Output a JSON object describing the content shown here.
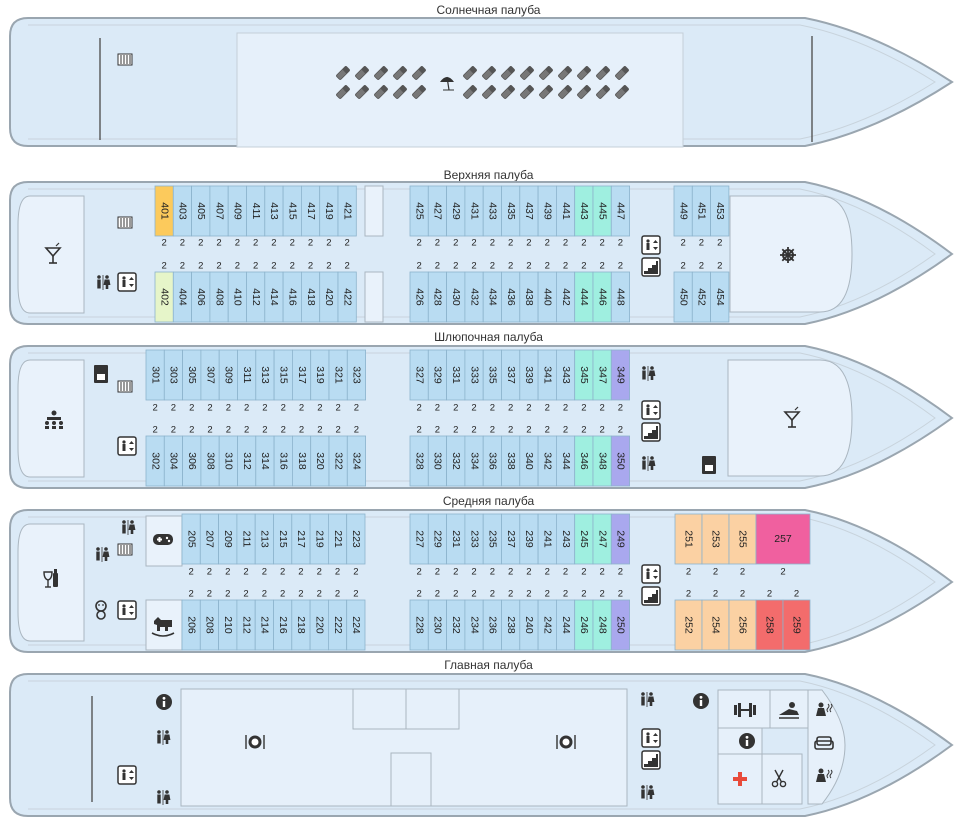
{
  "colors": {
    "hull_fill": "#dbeaf7",
    "hull_stroke": "#9aa6b0",
    "cabin_default": "#b9dcf2",
    "cabin_stroke": "#8cb3cc",
    "cabin_yellow": "#fcca5c",
    "cabin_lightgreen": "#e6f5c9",
    "cabin_teal": "#9fefe0",
    "cabin_purple": "#a9a8ee",
    "cabin_peach": "#fbd1a3",
    "cabin_magenta": "#f0609f",
    "cabin_red": "#f36c6c",
    "icon_dark": "#333333",
    "medical_red": "#e84a3a"
  },
  "decks": [
    {
      "name": "Солнечная палуба",
      "cabins_top": [],
      "cabins_bottom": [],
      "icons": [
        "radiator-icon",
        "sun-umbrella-icon",
        "deck-chairs-icon"
      ]
    },
    {
      "name": "Верхняя палуба",
      "cabins_top": [
        {
          "n": "401",
          "c": "yellow",
          "b": "2"
        },
        {
          "n": "403",
          "c": "default",
          "b": "2"
        },
        {
          "n": "405",
          "c": "default",
          "b": "2"
        },
        {
          "n": "407",
          "c": "default",
          "b": "2"
        },
        {
          "n": "409",
          "c": "default",
          "b": "2"
        },
        {
          "n": "411",
          "c": "default",
          "b": "2"
        },
        {
          "n": "413",
          "c": "default",
          "b": "2"
        },
        {
          "n": "415",
          "c": "default",
          "b": "2"
        },
        {
          "n": "417",
          "c": "default",
          "b": "2"
        },
        {
          "n": "419",
          "c": "default",
          "b": "2"
        },
        {
          "n": "421",
          "c": "default",
          "b": "2"
        },
        {
          "n": "425",
          "c": "default",
          "b": "2"
        },
        {
          "n": "427",
          "c": "default",
          "b": "2"
        },
        {
          "n": "429",
          "c": "default",
          "b": "2"
        },
        {
          "n": "431",
          "c": "default",
          "b": "2"
        },
        {
          "n": "433",
          "c": "default",
          "b": "2"
        },
        {
          "n": "435",
          "c": "default",
          "b": "2"
        },
        {
          "n": "437",
          "c": "default",
          "b": "2"
        },
        {
          "n": "439",
          "c": "default",
          "b": "2"
        },
        {
          "n": "441",
          "c": "default",
          "b": "2"
        },
        {
          "n": "443",
          "c": "teal",
          "b": "2"
        },
        {
          "n": "445",
          "c": "teal",
          "b": "2"
        },
        {
          "n": "447",
          "c": "default",
          "b": "2"
        },
        {
          "n": "449",
          "c": "default",
          "b": "2"
        },
        {
          "n": "451",
          "c": "default",
          "b": "2"
        },
        {
          "n": "453",
          "c": "default",
          "b": "2"
        }
      ],
      "cabins_bottom": [
        {
          "n": "402",
          "c": "lightgreen",
          "b": "2"
        },
        {
          "n": "404",
          "c": "default",
          "b": "2"
        },
        {
          "n": "406",
          "c": "default",
          "b": "2"
        },
        {
          "n": "408",
          "c": "default",
          "b": "2"
        },
        {
          "n": "410",
          "c": "default",
          "b": "2"
        },
        {
          "n": "412",
          "c": "default",
          "b": "2"
        },
        {
          "n": "414",
          "c": "default",
          "b": "2"
        },
        {
          "n": "416",
          "c": "default",
          "b": "2"
        },
        {
          "n": "418",
          "c": "default",
          "b": "2"
        },
        {
          "n": "420",
          "c": "default",
          "b": "2"
        },
        {
          "n": "422",
          "c": "default",
          "b": "2"
        },
        {
          "n": "426",
          "c": "default",
          "b": "2"
        },
        {
          "n": "428",
          "c": "default",
          "b": "2"
        },
        {
          "n": "430",
          "c": "default",
          "b": "2"
        },
        {
          "n": "432",
          "c": "default",
          "b": "2"
        },
        {
          "n": "434",
          "c": "default",
          "b": "2"
        },
        {
          "n": "436",
          "c": "default",
          "b": "2"
        },
        {
          "n": "438",
          "c": "default",
          "b": "2"
        },
        {
          "n": "440",
          "c": "default",
          "b": "2"
        },
        {
          "n": "442",
          "c": "default",
          "b": "2"
        },
        {
          "n": "444",
          "c": "teal",
          "b": "2"
        },
        {
          "n": "446",
          "c": "teal",
          "b": "2"
        },
        {
          "n": "448",
          "c": "default",
          "b": "2"
        },
        {
          "n": "450",
          "c": "default",
          "b": "2"
        },
        {
          "n": "452",
          "c": "default",
          "b": "2"
        },
        {
          "n": "454",
          "c": "default",
          "b": "2"
        }
      ],
      "icons": [
        "cocktail-icon",
        "toilet-icon",
        "elevator-icon",
        "radiator-icon",
        "stairs-icon",
        "ship-wheel-icon"
      ]
    },
    {
      "name": "Шлюпочная палуба",
      "cabins_top": [
        {
          "n": "301",
          "c": "default",
          "b": "2"
        },
        {
          "n": "303",
          "c": "default",
          "b": "2"
        },
        {
          "n": "305",
          "c": "default",
          "b": "2"
        },
        {
          "n": "307",
          "c": "default",
          "b": "2"
        },
        {
          "n": "309",
          "c": "default",
          "b": "2"
        },
        {
          "n": "311",
          "c": "default",
          "b": "2"
        },
        {
          "n": "313",
          "c": "default",
          "b": "2"
        },
        {
          "n": "315",
          "c": "default",
          "b": "2"
        },
        {
          "n": "317",
          "c": "default",
          "b": "2"
        },
        {
          "n": "319",
          "c": "default",
          "b": "2"
        },
        {
          "n": "321",
          "c": "default",
          "b": "2"
        },
        {
          "n": "323",
          "c": "default",
          "b": "2"
        },
        {
          "n": "327",
          "c": "default",
          "b": "2"
        },
        {
          "n": "329",
          "c": "default",
          "b": "2"
        },
        {
          "n": "331",
          "c": "default",
          "b": "2"
        },
        {
          "n": "333",
          "c": "default",
          "b": "2"
        },
        {
          "n": "335",
          "c": "default",
          "b": "2"
        },
        {
          "n": "337",
          "c": "default",
          "b": "2"
        },
        {
          "n": "339",
          "c": "default",
          "b": "2"
        },
        {
          "n": "341",
          "c": "default",
          "b": "2"
        },
        {
          "n": "343",
          "c": "default",
          "b": "2"
        },
        {
          "n": "345",
          "c": "teal",
          "b": "2"
        },
        {
          "n": "347",
          "c": "teal",
          "b": "2"
        },
        {
          "n": "349",
          "c": "purple",
          "b": "2"
        }
      ],
      "cabins_bottom": [
        {
          "n": "302",
          "c": "default",
          "b": "2"
        },
        {
          "n": "304",
          "c": "default",
          "b": "2"
        },
        {
          "n": "306",
          "c": "default",
          "b": "2"
        },
        {
          "n": "308",
          "c": "default",
          "b": "2"
        },
        {
          "n": "310",
          "c": "default",
          "b": "2"
        },
        {
          "n": "312",
          "c": "default",
          "b": "2"
        },
        {
          "n": "314",
          "c": "default",
          "b": "2"
        },
        {
          "n": "316",
          "c": "default",
          "b": "2"
        },
        {
          "n": "318",
          "c": "default",
          "b": "2"
        },
        {
          "n": "320",
          "c": "default",
          "b": "2"
        },
        {
          "n": "322",
          "c": "default",
          "b": "2"
        },
        {
          "n": "324",
          "c": "default",
          "b": "2"
        },
        {
          "n": "328",
          "c": "default",
          "b": "2"
        },
        {
          "n": "330",
          "c": "default",
          "b": "2"
        },
        {
          "n": "332",
          "c": "default",
          "b": "2"
        },
        {
          "n": "334",
          "c": "default",
          "b": "2"
        },
        {
          "n": "336",
          "c": "default",
          "b": "2"
        },
        {
          "n": "338",
          "c": "default",
          "b": "2"
        },
        {
          "n": "340",
          "c": "default",
          "b": "2"
        },
        {
          "n": "342",
          "c": "default",
          "b": "2"
        },
        {
          "n": "344",
          "c": "default",
          "b": "2"
        },
        {
          "n": "346",
          "c": "teal",
          "b": "2"
        },
        {
          "n": "348",
          "c": "teal",
          "b": "2"
        },
        {
          "n": "350",
          "c": "purple",
          "b": "2"
        }
      ],
      "icons": [
        "conference-icon",
        "coffee-machine-icon",
        "radiator-icon",
        "elevator-icon",
        "toilet-icon",
        "stairs-icon",
        "cocktail-icon"
      ]
    },
    {
      "name": "Средняя палуба",
      "cabins_top": [
        {
          "n": "205",
          "c": "default",
          "b": "2"
        },
        {
          "n": "207",
          "c": "default",
          "b": "2"
        },
        {
          "n": "209",
          "c": "default",
          "b": "2"
        },
        {
          "n": "211",
          "c": "default",
          "b": "2"
        },
        {
          "n": "213",
          "c": "default",
          "b": "2"
        },
        {
          "n": "215",
          "c": "default",
          "b": "2"
        },
        {
          "n": "217",
          "c": "default",
          "b": "2"
        },
        {
          "n": "219",
          "c": "default",
          "b": "2"
        },
        {
          "n": "221",
          "c": "default",
          "b": "2"
        },
        {
          "n": "223",
          "c": "default",
          "b": "2"
        },
        {
          "n": "227",
          "c": "default",
          "b": "2"
        },
        {
          "n": "229",
          "c": "default",
          "b": "2"
        },
        {
          "n": "231",
          "c": "default",
          "b": "2"
        },
        {
          "n": "233",
          "c": "default",
          "b": "2"
        },
        {
          "n": "235",
          "c": "default",
          "b": "2"
        },
        {
          "n": "237",
          "c": "default",
          "b": "2"
        },
        {
          "n": "239",
          "c": "default",
          "b": "2"
        },
        {
          "n": "241",
          "c": "default",
          "b": "2"
        },
        {
          "n": "243",
          "c": "default",
          "b": "2"
        },
        {
          "n": "245",
          "c": "teal",
          "b": "2"
        },
        {
          "n": "247",
          "c": "teal",
          "b": "2"
        },
        {
          "n": "249",
          "c": "purple",
          "b": "2"
        },
        {
          "n": "251",
          "c": "peach",
          "b": "2"
        },
        {
          "n": "253",
          "c": "peach",
          "b": "2"
        },
        {
          "n": "255",
          "c": "peach",
          "b": "2"
        },
        {
          "n": "257",
          "c": "magenta",
          "b": "2"
        }
      ],
      "cabins_bottom": [
        {
          "n": "206",
          "c": "default",
          "b": "2"
        },
        {
          "n": "208",
          "c": "default",
          "b": "2"
        },
        {
          "n": "210",
          "c": "default",
          "b": "2"
        },
        {
          "n": "212",
          "c": "default",
          "b": "2"
        },
        {
          "n": "214",
          "c": "default",
          "b": "2"
        },
        {
          "n": "216",
          "c": "default",
          "b": "2"
        },
        {
          "n": "218",
          "c": "default",
          "b": "2"
        },
        {
          "n": "220",
          "c": "default",
          "b": "2"
        },
        {
          "n": "222",
          "c": "default",
          "b": "2"
        },
        {
          "n": "224",
          "c": "default",
          "b": "2"
        },
        {
          "n": "228",
          "c": "default",
          "b": "2"
        },
        {
          "n": "230",
          "c": "default",
          "b": "2"
        },
        {
          "n": "232",
          "c": "default",
          "b": "2"
        },
        {
          "n": "234",
          "c": "default",
          "b": "2"
        },
        {
          "n": "236",
          "c": "default",
          "b": "2"
        },
        {
          "n": "238",
          "c": "default",
          "b": "2"
        },
        {
          "n": "240",
          "c": "default",
          "b": "2"
        },
        {
          "n": "242",
          "c": "default",
          "b": "2"
        },
        {
          "n": "244",
          "c": "default",
          "b": "2"
        },
        {
          "n": "246",
          "c": "teal",
          "b": "2"
        },
        {
          "n": "248",
          "c": "teal",
          "b": "2"
        },
        {
          "n": "250",
          "c": "purple",
          "b": "2"
        },
        {
          "n": "252",
          "c": "peach",
          "b": "2"
        },
        {
          "n": "254",
          "c": "peach",
          "b": "2"
        },
        {
          "n": "256",
          "c": "peach",
          "b": "2"
        },
        {
          "n": "258",
          "c": "red",
          "b": "2"
        },
        {
          "n": "259",
          "c": "red",
          "b": "2"
        }
      ],
      "icons": [
        "wine-icon",
        "toilet-icon",
        "radiator-icon",
        "elevator-icon",
        "gamepad-icon",
        "rocking-horse-icon",
        "kids-icon",
        "stairs-icon"
      ]
    },
    {
      "name": "Главная палуба",
      "cabins_top": [],
      "cabins_bottom": [],
      "icons": [
        "info-icon",
        "toilet-icon",
        "elevator-icon",
        "restaurant-icon",
        "stairs-icon",
        "gym-icon",
        "massage-icon",
        "sauna-icon",
        "sofa-icon",
        "medical-icon",
        "barber-icon"
      ]
    }
  ]
}
